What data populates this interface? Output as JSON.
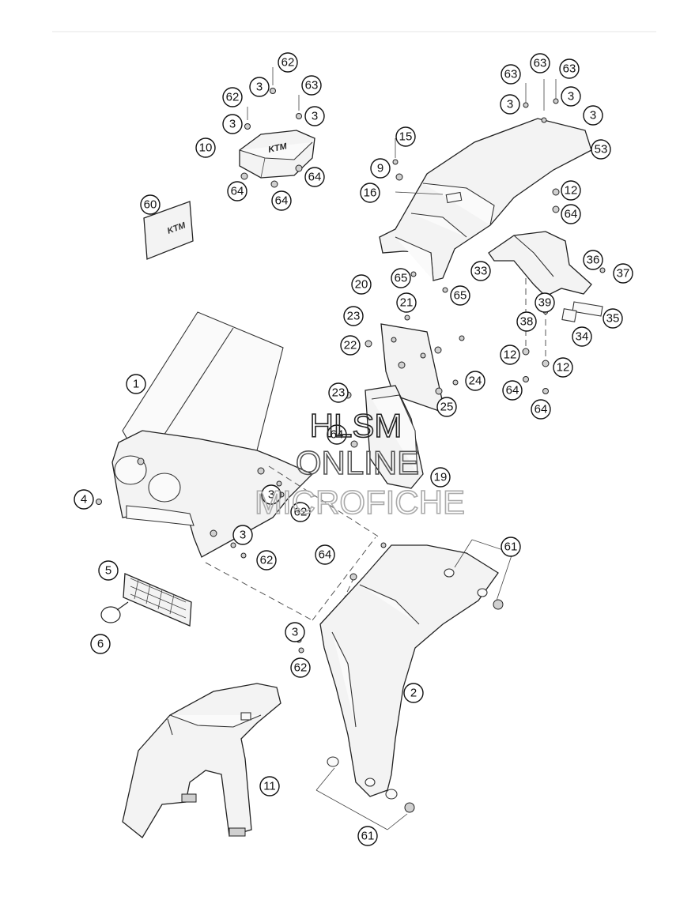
{
  "watermark": {
    "line1": "HLSM",
    "line2": "ONLINE",
    "line3": "MICROFICHE"
  },
  "logo_text": "KTM",
  "callouts": [
    {
      "id": "c-62a",
      "label": "62"
    },
    {
      "id": "c-3a",
      "label": "3"
    },
    {
      "id": "c-63a",
      "label": "63"
    },
    {
      "id": "c-62b",
      "label": "62"
    },
    {
      "id": "c-3b",
      "label": "3"
    },
    {
      "id": "c-3c",
      "label": "3"
    },
    {
      "id": "c-10",
      "label": "10"
    },
    {
      "id": "c-64a",
      "label": "64"
    },
    {
      "id": "c-64b",
      "label": "64"
    },
    {
      "id": "c-64c",
      "label": "64"
    },
    {
      "id": "c-60",
      "label": "60"
    },
    {
      "id": "c-63b",
      "label": "63"
    },
    {
      "id": "c-63c",
      "label": "63"
    },
    {
      "id": "c-63d",
      "label": "63"
    },
    {
      "id": "c-3d",
      "label": "3"
    },
    {
      "id": "c-3e",
      "label": "3"
    },
    {
      "id": "c-3f",
      "label": "3"
    },
    {
      "id": "c-53",
      "label": "53"
    },
    {
      "id": "c-15",
      "label": "15"
    },
    {
      "id": "c-9",
      "label": "9"
    },
    {
      "id": "c-16",
      "label": "16"
    },
    {
      "id": "c-12a",
      "label": "12"
    },
    {
      "id": "c-64d",
      "label": "64"
    },
    {
      "id": "c-36",
      "label": "36"
    },
    {
      "id": "c-37",
      "label": "37"
    },
    {
      "id": "c-33",
      "label": "33"
    },
    {
      "id": "c-65a",
      "label": "65"
    },
    {
      "id": "c-65b",
      "label": "65"
    },
    {
      "id": "c-20",
      "label": "20"
    },
    {
      "id": "c-21",
      "label": "21"
    },
    {
      "id": "c-23a",
      "label": "23"
    },
    {
      "id": "c-22",
      "label": "22"
    },
    {
      "id": "c-39",
      "label": "39"
    },
    {
      "id": "c-35",
      "label": "35"
    },
    {
      "id": "c-38",
      "label": "38"
    },
    {
      "id": "c-34",
      "label": "34"
    },
    {
      "id": "c-12b",
      "label": "12"
    },
    {
      "id": "c-12c",
      "label": "12"
    },
    {
      "id": "c-64e",
      "label": "64"
    },
    {
      "id": "c-64f",
      "label": "64"
    },
    {
      "id": "c-24",
      "label": "24"
    },
    {
      "id": "c-25",
      "label": "25"
    },
    {
      "id": "c-23b",
      "label": "23"
    },
    {
      "id": "c-64g",
      "label": "64"
    },
    {
      "id": "c-19",
      "label": "19"
    },
    {
      "id": "c-1",
      "label": "1"
    },
    {
      "id": "c-4",
      "label": "4"
    },
    {
      "id": "c-3g",
      "label": "3"
    },
    {
      "id": "c-62c",
      "label": "62"
    },
    {
      "id": "c-3h",
      "label": "3"
    },
    {
      "id": "c-62d",
      "label": "62"
    },
    {
      "id": "c-64h",
      "label": "64"
    },
    {
      "id": "c-61a",
      "label": "61"
    },
    {
      "id": "c-5",
      "label": "5"
    },
    {
      "id": "c-6",
      "label": "6"
    },
    {
      "id": "c-3i",
      "label": "3"
    },
    {
      "id": "c-62e",
      "label": "62"
    },
    {
      "id": "c-2",
      "label": "2"
    },
    {
      "id": "c-11",
      "label": "11"
    },
    {
      "id": "c-61b",
      "label": "61"
    }
  ]
}
